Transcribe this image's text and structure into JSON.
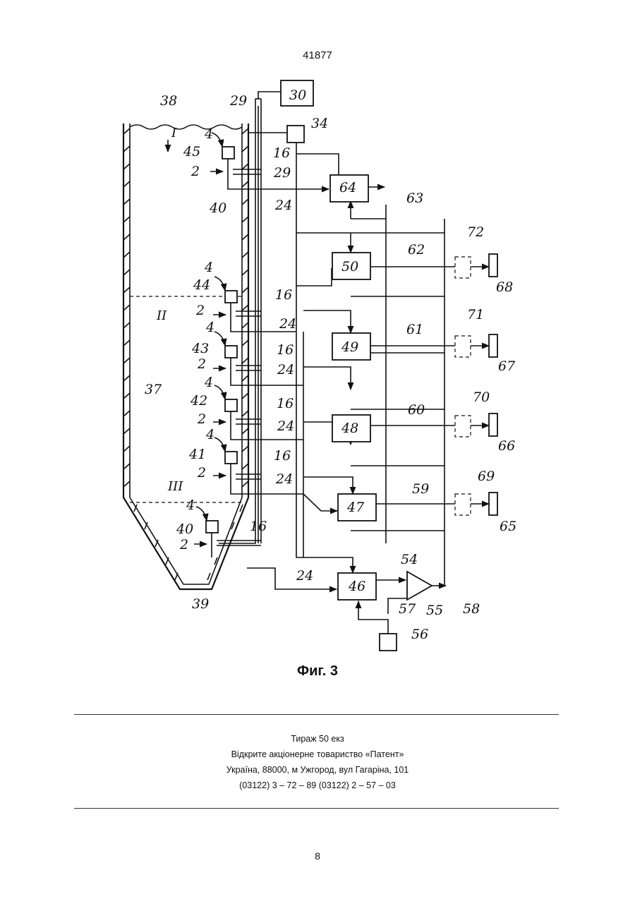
{
  "header": {
    "doc_number": "41877"
  },
  "figure": {
    "caption": "Фиг. 3",
    "zones": [
      "I",
      "II",
      "III"
    ],
    "labels": {
      "l38": "38",
      "l37": "37",
      "l39": "39",
      "l40w": "40",
      "l29a": "29",
      "l29b": "29",
      "l30": "30",
      "l34": "34",
      "l16": "16",
      "l24": "24",
      "l2": "2",
      "l4": "4",
      "l45": "45",
      "l44": "44",
      "l43": "43",
      "l42": "42",
      "l41": "41",
      "l40": "40",
      "l64": "64",
      "l63": "63",
      "l50": "50",
      "l62": "62",
      "l72": "72",
      "l68": "68",
      "l49": "49",
      "l61": "61",
      "l71": "71",
      "l67": "67",
      "l48": "48",
      "l60": "60",
      "l70": "70",
      "l66": "66",
      "l47": "47",
      "l59": "59",
      "l69": "69",
      "l65": "65",
      "l46": "46",
      "l54": "54",
      "l55": "55",
      "l56": "56",
      "l57": "57",
      "l58": "58"
    }
  },
  "imprint": {
    "line1": "Тираж 50 екз",
    "line2": "Відкрите акціонерне товариство «Патент»",
    "line3": "Україна, 88000, м  Ужгород, вул  Гагаріна, 101",
    "line4": "(03122) 3 – 72 – 89  (03122) 2 – 57 – 03"
  },
  "footer": {
    "page_number": "8"
  }
}
